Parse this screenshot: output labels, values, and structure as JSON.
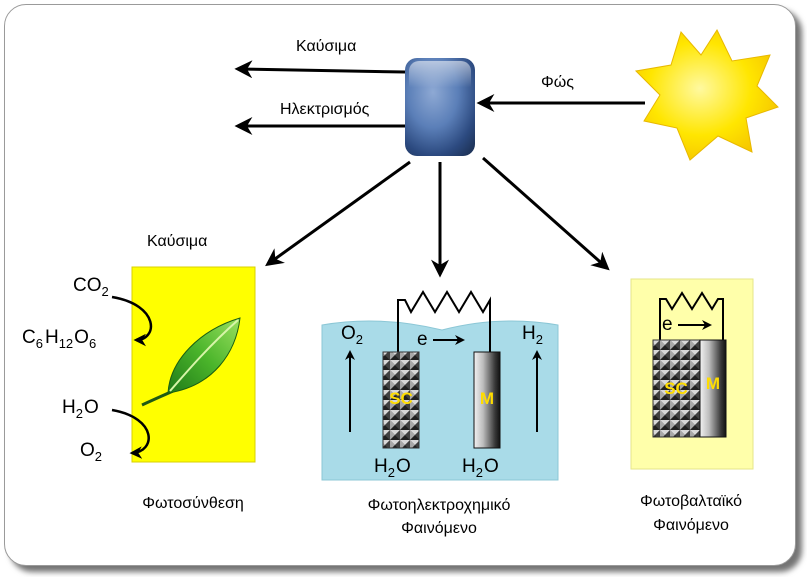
{
  "top": {
    "fuel_label": "Καύσιμα",
    "electricity_label": "Ηλεκτρισμός",
    "light_label": "Φώς"
  },
  "photosynthesis": {
    "fuel_label": "Καύσιμα",
    "co2": {
      "base": "CO",
      "sub": "2"
    },
    "glucose": {
      "c": "C",
      "c_sub": "6",
      "h": "H",
      "h_sub": "12",
      "o": "O",
      "o_sub": "6"
    },
    "water": {
      "h": "H",
      "h_sub": "2",
      "o": "O"
    },
    "oxygen": {
      "base": "O",
      "sub": "2"
    },
    "caption": "Φωτοσύνθεση"
  },
  "photoelectrochemical": {
    "o2": {
      "base": "O",
      "sub": "2"
    },
    "h2": {
      "base": "H",
      "sub": "2"
    },
    "electron": "e",
    "sc_label": "SC",
    "m_label": "M",
    "water_left": {
      "h": "H",
      "h_sub": "2",
      "o": "O"
    },
    "water_right": {
      "h": "H",
      "h_sub": "2",
      "o": "O"
    },
    "caption_line1": "Φωτοηλεκτροχημικό",
    "caption_line2": "Φαινόμενο"
  },
  "photovoltaic": {
    "electron": "e",
    "sc_label": "SC",
    "m_label": "M",
    "caption_line1": "Φωτοβαλταϊκό",
    "caption_line2": "Φαινόμενο"
  },
  "colors": {
    "leaf_panel": "#ffff00",
    "pv_panel": "#ffffaa",
    "electrolyte": "#a9dbe8",
    "sun": "#ffe600",
    "device": "#4a6fa5"
  }
}
